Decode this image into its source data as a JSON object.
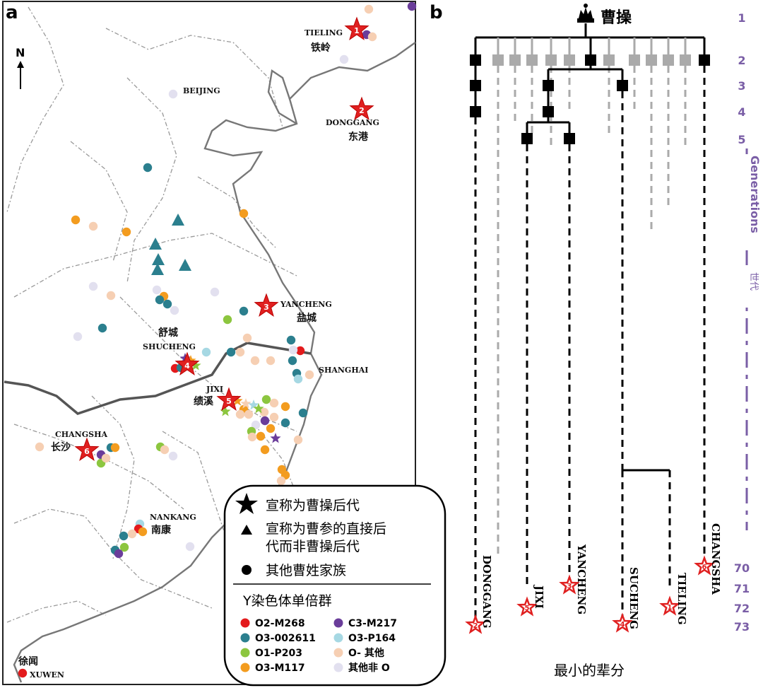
{
  "panel_a": {
    "label": "a",
    "north": "N",
    "cities": [
      {
        "id": "1",
        "en": "TIELING",
        "cn": "铁岭"
      },
      {
        "id": "2",
        "en": "DONGGANG",
        "cn": "东港"
      },
      {
        "id": "3",
        "en": "YANCHENG",
        "cn": "盐城"
      },
      {
        "id": "4",
        "en": "SHUCHENG",
        "cn": "舒城"
      },
      {
        "id": "5",
        "en": "JIXI",
        "cn": "绩溪"
      },
      {
        "id": "6",
        "en": "CHANGSHA",
        "cn": "长沙"
      }
    ],
    "places": {
      "beijing": "BEIJING",
      "shanghai": "SHANGHAI",
      "nankang_en": "NANKANG",
      "nankang_cn": "南康",
      "xuwen_en": "XUWEN",
      "xuwen_cn": "徐闻"
    }
  },
  "legend": {
    "star_text": "宣称为曹操后代",
    "triangle_text_1": "宣称为曹参的直接后",
    "triangle_text_2": "代而非曹操后代",
    "circle_text": "其他曹姓家族",
    "haplo_title": "Y染色体单倍群",
    "haplogroups": [
      {
        "label": "O2-M268",
        "color": "#e31a1c"
      },
      {
        "label": "C3-M217",
        "color": "#6a3d9a"
      },
      {
        "label": "O3-002611",
        "color": "#2b7f8e"
      },
      {
        "label": "O3-P164",
        "color": "#a6d8e3"
      },
      {
        "label": "O1-P203",
        "color": "#8cc63f"
      },
      {
        "label": "O- 其他",
        "color": "#f6cfb3"
      },
      {
        "label": "O3-M117",
        "color": "#f39c1f"
      },
      {
        "label": "其他非 O",
        "color": "#e2e0ef"
      }
    ]
  },
  "panel_b": {
    "label": "b",
    "root": "曹操",
    "generations": [
      "1",
      "2",
      "3",
      "4",
      "5",
      "70",
      "71",
      "72",
      "73"
    ],
    "gen_label": "Generations",
    "gen_label_cn": "世代",
    "leaves": [
      "DONGGANG",
      "JIXI",
      "YANCHENG",
      "SUCHENG",
      "TIELING",
      "CHANGSHA"
    ],
    "leaf_ids": [
      "2",
      "5",
      "3",
      "4",
      "1",
      "6"
    ],
    "bottom": "最小的辈分"
  }
}
